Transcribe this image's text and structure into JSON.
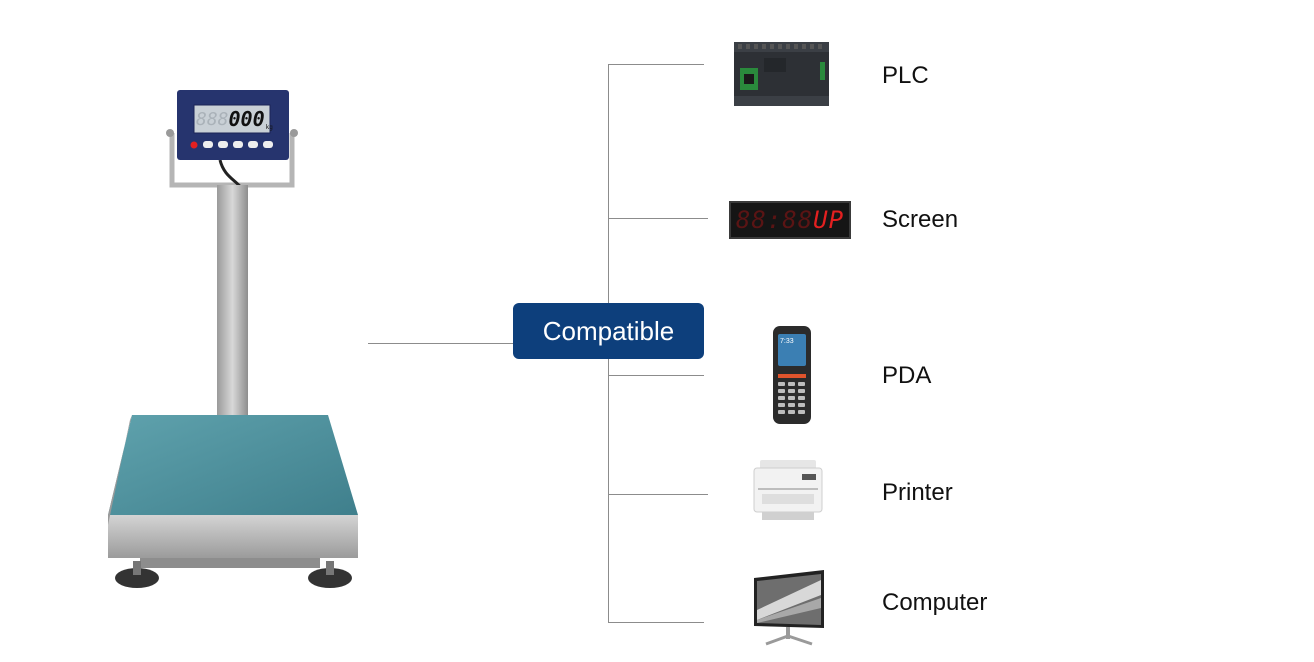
{
  "hub": {
    "label": "Compatible"
  },
  "scale": {
    "display_value": "000",
    "display_dim": "888",
    "unit": "kg"
  },
  "devices": [
    {
      "label": "PLC",
      "icon": "plc-icon"
    },
    {
      "label": "Screen",
      "icon": "led-screen-icon",
      "display_dim": "88:88",
      "display_text": "UP"
    },
    {
      "label": "PDA",
      "icon": "pda-icon",
      "screen_time": "7:33"
    },
    {
      "label": "Printer",
      "icon": "printer-icon"
    },
    {
      "label": "Computer",
      "icon": "computer-icon"
    }
  ],
  "colors": {
    "badge": "#0d3f7c",
    "connector": "#8c8c8c",
    "platform": "#4f8f9c",
    "led": "#e32020"
  }
}
